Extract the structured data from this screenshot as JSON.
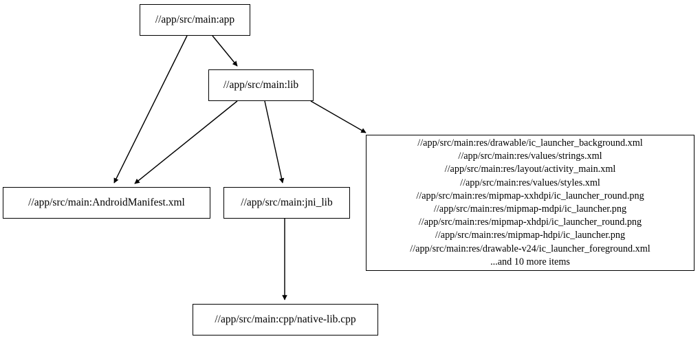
{
  "graph": {
    "type": "dependency-graph",
    "direction": "top-down",
    "background_color": "#ffffff",
    "edge_color": "#000000",
    "node_border_color": "#000000",
    "node_fill_color": "#ffffff",
    "nodes": [
      {
        "id": "app",
        "label": "//app/src/main:app"
      },
      {
        "id": "lib",
        "label": "//app/src/main:lib"
      },
      {
        "id": "manifest",
        "label": "//app/src/main:AndroidManifest.xml"
      },
      {
        "id": "jni_lib",
        "label": "//app/src/main:jni_lib"
      },
      {
        "id": "cpp",
        "label": "//app/src/main:cpp/native-lib.cpp"
      },
      {
        "id": "res",
        "lines": [
          "//app/src/main:res/drawable/ic_launcher_background.xml",
          "//app/src/main:res/values/strings.xml",
          "//app/src/main:res/layout/activity_main.xml",
          "//app/src/main:res/values/styles.xml",
          "//app/src/main:res/mipmap-xxhdpi/ic_launcher_round.png",
          "//app/src/main:res/mipmap-mdpi/ic_launcher.png",
          "//app/src/main:res/mipmap-xhdpi/ic_launcher_round.png",
          "//app/src/main:res/mipmap-hdpi/ic_launcher.png",
          "//app/src/main:res/drawable-v24/ic_launcher_foreground.xml",
          "...and 10 more items"
        ],
        "label": "//app/src/main:res/drawable/ic_launcher_background.xml\n//app/src/main:res/values/strings.xml\n//app/src/main:res/layout/activity_main.xml\n//app/src/main:res/values/styles.xml\n//app/src/main:res/mipmap-xxhdpi/ic_launcher_round.png\n//app/src/main:res/mipmap-mdpi/ic_launcher.png\n//app/src/main:res/mipmap-xhdpi/ic_launcher_round.png\n//app/src/main:res/mipmap-hdpi/ic_launcher.png\n//app/src/main:res/drawable-v24/ic_launcher_foreground.xml\n...and 10 more items"
      }
    ],
    "edges": [
      {
        "from": "app",
        "to": "lib"
      },
      {
        "from": "app",
        "to": "manifest"
      },
      {
        "from": "lib",
        "to": "manifest"
      },
      {
        "from": "lib",
        "to": "jni_lib"
      },
      {
        "from": "lib",
        "to": "res"
      },
      {
        "from": "jni_lib",
        "to": "cpp"
      }
    ]
  }
}
